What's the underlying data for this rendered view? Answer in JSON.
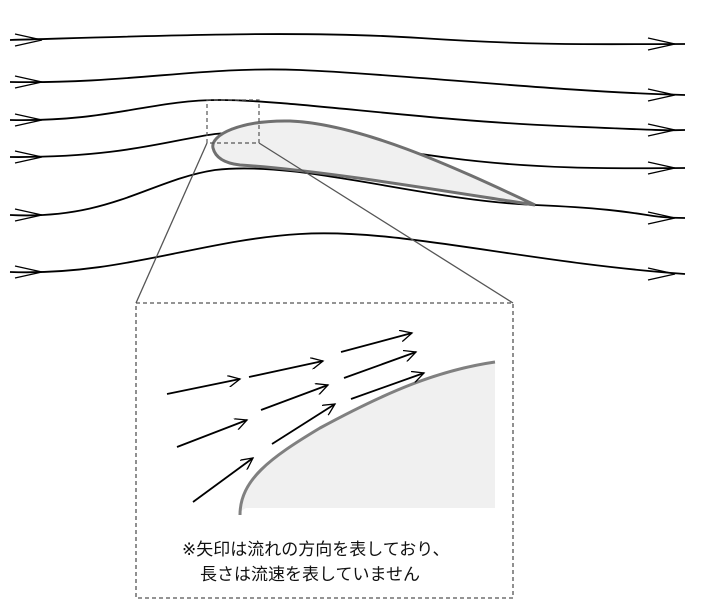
{
  "diagram": {
    "subject": "airflow-around-airfoil",
    "note_line1": "※矢印は流れの方向を表しており、",
    "note_line2": "長さは流速を表していません",
    "colors": {
      "airfoil_fill": "#f0f0f0",
      "airfoil_stroke": "#707070",
      "streamline": "#000000",
      "guide": "#555555"
    }
  }
}
